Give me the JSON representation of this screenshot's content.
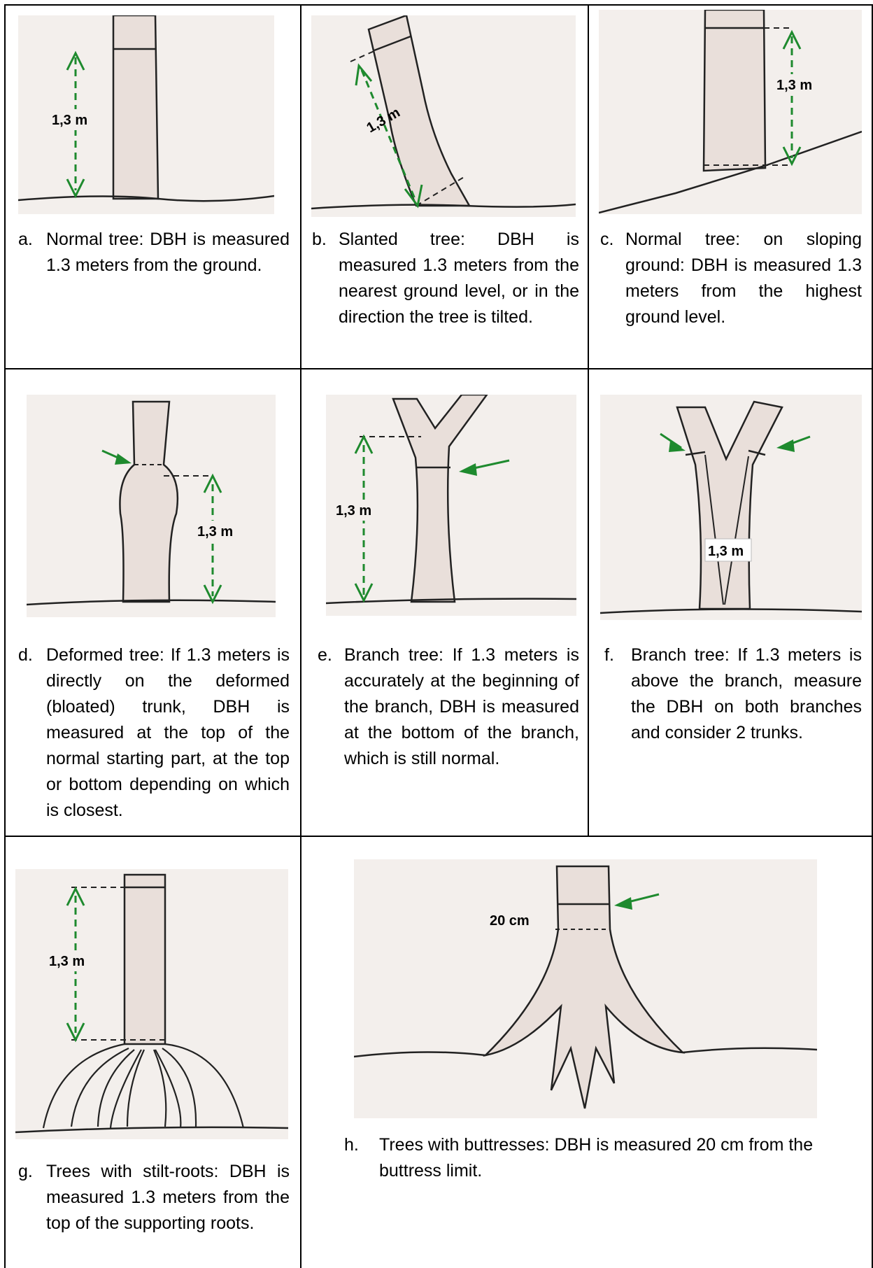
{
  "colors": {
    "arrow": "#1e8a2e",
    "trunk": "#e9dfda",
    "background": "#f3efec"
  },
  "panels": {
    "a": {
      "letter": "a.",
      "caption": "Normal tree: DBH is measured 1.3 meters from the ground.",
      "label": "1,3 m"
    },
    "b": {
      "letter": "b.",
      "caption": "Slanted tree: DBH is measured 1.3 meters from the nearest ground level, or in the direction the tree is tilted.",
      "label": "1,3 m"
    },
    "c": {
      "letter": "c.",
      "caption": "Normal tree: on sloping ground: DBH is measured 1.3 meters from the highest ground level.",
      "label": "1,3 m"
    },
    "d": {
      "letter": "d.",
      "caption": "Deformed tree: If 1.3 meters is directly on the deformed (bloated) trunk, DBH is measured at the top of the normal starting part, at the top or bottom depending on which is closest.",
      "label": "1,3 m"
    },
    "e": {
      "letter": "e.",
      "caption": "Branch tree: If 1.3 meters is accurately at the beginning of the branch, DBH is measured at the bottom of the branch, which is still normal.",
      "label": "1,3 m"
    },
    "f": {
      "letter": "f.",
      "caption": "Branch tree: If 1.3 meters is above the branch, measure the DBH on both branches and consider 2 trunks.",
      "label": "1,3 m"
    },
    "g": {
      "letter": "g.",
      "caption": "Trees with stilt-roots: DBH is measured 1.3 meters from the top of the supporting roots.",
      "label": "1,3 m"
    },
    "h": {
      "letter": "h.",
      "caption": "Trees with buttresses: DBH is measured 20 cm from the buttress limit.",
      "label": "20 cm"
    }
  }
}
